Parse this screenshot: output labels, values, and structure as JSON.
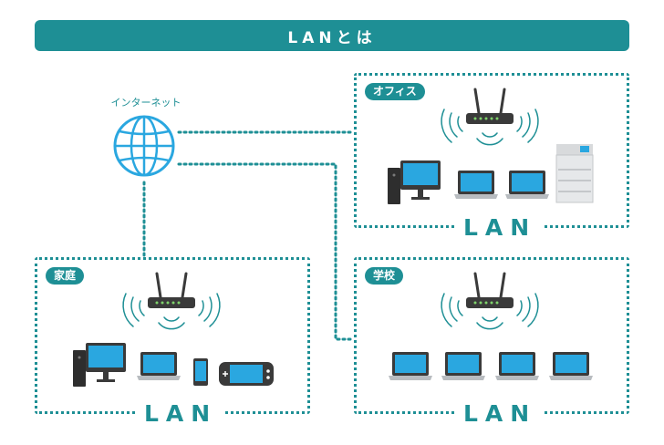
{
  "header": {
    "title": "LANとは"
  },
  "internet": {
    "label": "インターネット"
  },
  "areas": {
    "office": {
      "label": "オフィス",
      "lan_label": "LAN"
    },
    "home": {
      "label": "家庭",
      "lan_label": "LAN"
    },
    "school": {
      "label": "学校",
      "lan_label": "LAN"
    }
  },
  "colors": {
    "accent": "#1e8f95",
    "device_dark": "#3a3a3a",
    "screen_blue": "#2aa7e0",
    "laptop_gray": "#b8bcc0"
  }
}
